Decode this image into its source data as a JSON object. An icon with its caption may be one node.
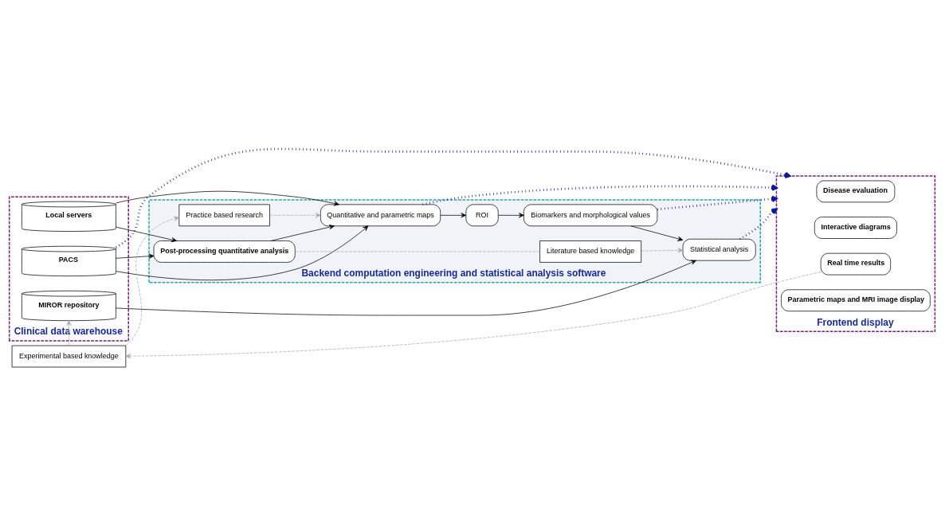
{
  "diagram": {
    "nodes": [
      {
        "text": [
          "Clinical data warehouse"
        ]
      },
      {
        "text": [
          "MIROR repository"
        ],
        "in": 0
      },
      {
        "text": [
          "Local servers"
        ],
        "in": 0
      },
      {
        "text": [
          "PACS"
        ],
        "in": 0
      },
      {
        "text": [
          "Backend computation engineering and statistical analysis software"
        ]
      },
      {
        "text": [
          "Practice based research"
        ],
        "in": 4
      },
      {
        "text": [
          "Literature based knowledge"
        ],
        "in": 4
      },
      {
        "text": [
          "Statistical analysis"
        ],
        "in": 4
      },
      {
        "text": [
          "Quantitative and parametric maps"
        ],
        "in": 4
      },
      {
        "text": [
          "Post-processing quantitative analysis"
        ],
        "in": 4
      },
      {
        "text": [
          "ROI"
        ],
        "in": 4
      },
      {
        "text": [
          "Biomarkers and morphological values"
        ],
        "in": 4
      },
      {
        "text": [
          "Frontend display"
        ]
      },
      {
        "text": [
          "Disease evaluation"
        ],
        "in": 12
      },
      {
        "text": [
          "Interactive diagrams"
        ],
        "in": 12
      },
      {
        "text": [
          "Real time results"
        ],
        "in": 12
      },
      {
        "text": [
          "Parametric maps and MRI image display"
        ],
        "in": 12
      },
      {
        "text": [
          "Experimental based knowledge"
        ]
      }
    ],
    "edges": [
      {
        "from": 17,
        "to": 1,
        "arrow": "to",
        "style": "dashed",
        "color": "#aaaaaa"
      },
      {
        "from": 17,
        "to": 5,
        "arrow": "to",
        "style": "dashed",
        "color": "#aaaaaa"
      },
      {
        "from": 15,
        "to": 17,
        "arrow": "to",
        "style": "dashed",
        "color": "#aaaaaa"
      },
      {
        "from": 5,
        "to": 8,
        "arrow": "to",
        "style": "dashed",
        "color": "#aaaaaa"
      },
      {
        "from": 9,
        "to": 6,
        "arrow": "none",
        "style": "dashed",
        "color": "#aaaaaa"
      },
      {
        "from": 6,
        "to": 7,
        "arrow": "to",
        "style": "dashed",
        "color": "#aaaaaa"
      },
      {
        "from": 1,
        "to": 7,
        "arrow": "to"
      },
      {
        "from": 11,
        "to": 7,
        "arrow": "to"
      },
      {
        "from": 2,
        "to": 8,
        "arrow": "to"
      },
      {
        "from": 2,
        "to": 9,
        "arrow": "to"
      },
      {
        "from": 3,
        "to": 9,
        "arrow": "to"
      },
      {
        "from": 3,
        "to": 8,
        "arrow": "to"
      },
      {
        "from": 9,
        "to": 8,
        "arrow": "to"
      },
      {
        "from": 8,
        "to": 10,
        "arrow": "to"
      },
      {
        "from": 10,
        "to": 11,
        "arrow": "to"
      },
      {
        "from": 7,
        "to": 12,
        "arrow": "to",
        "style": "dashed",
        "color": "#0a1a96"
      },
      {
        "from": 11,
        "to": 12,
        "arrow": "to",
        "style": "dashed",
        "color": "#0a1a96"
      },
      {
        "from": 8,
        "to": 12,
        "arrow": "to",
        "style": "dashed",
        "color": "#0a1a96"
      },
      {
        "from": 3,
        "to": 12,
        "arrow": "to",
        "style": "dashed",
        "color": "#0a1a96"
      }
    ]
  }
}
